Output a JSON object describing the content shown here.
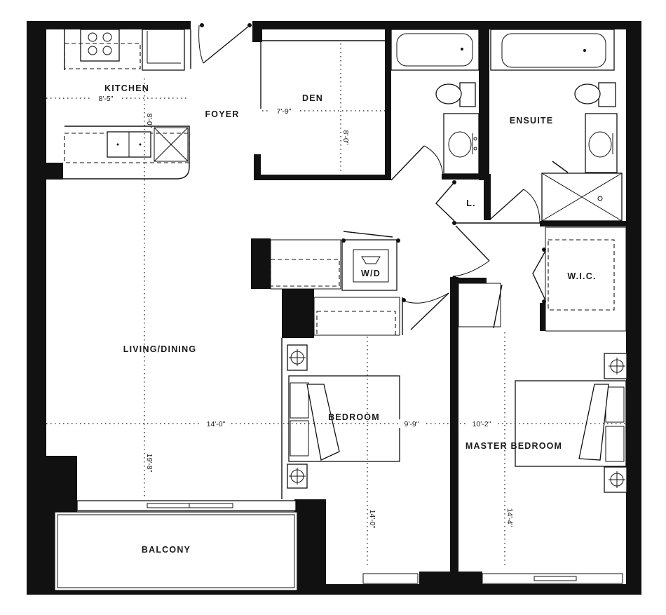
{
  "floor_plan": {
    "rooms": {
      "kitchen": "KITCHEN",
      "den": "DEN",
      "foyer": "FOYER",
      "ensuite": "ENSUITE",
      "linen": "L.",
      "laundry": "W/D",
      "wic": "W.I.C.",
      "living_dining": "LIVING/DINING",
      "bedroom": "BEDROOM",
      "master_bedroom": "MASTER BEDROOM",
      "balcony": "BALCONY"
    },
    "dimensions": {
      "kitchen_width": "8'-5\"",
      "kitchen_depth": "8'-0\"",
      "den_width": "7'-9\"",
      "den_depth": "8'-0\"",
      "living_width": "14'-0\"",
      "living_depth": "19'-8\"",
      "bedroom_width": "9'-9\"",
      "bedroom_depth": "14'-0\"",
      "master_width": "10'-2\"",
      "master_depth": "14'-4\""
    }
  }
}
